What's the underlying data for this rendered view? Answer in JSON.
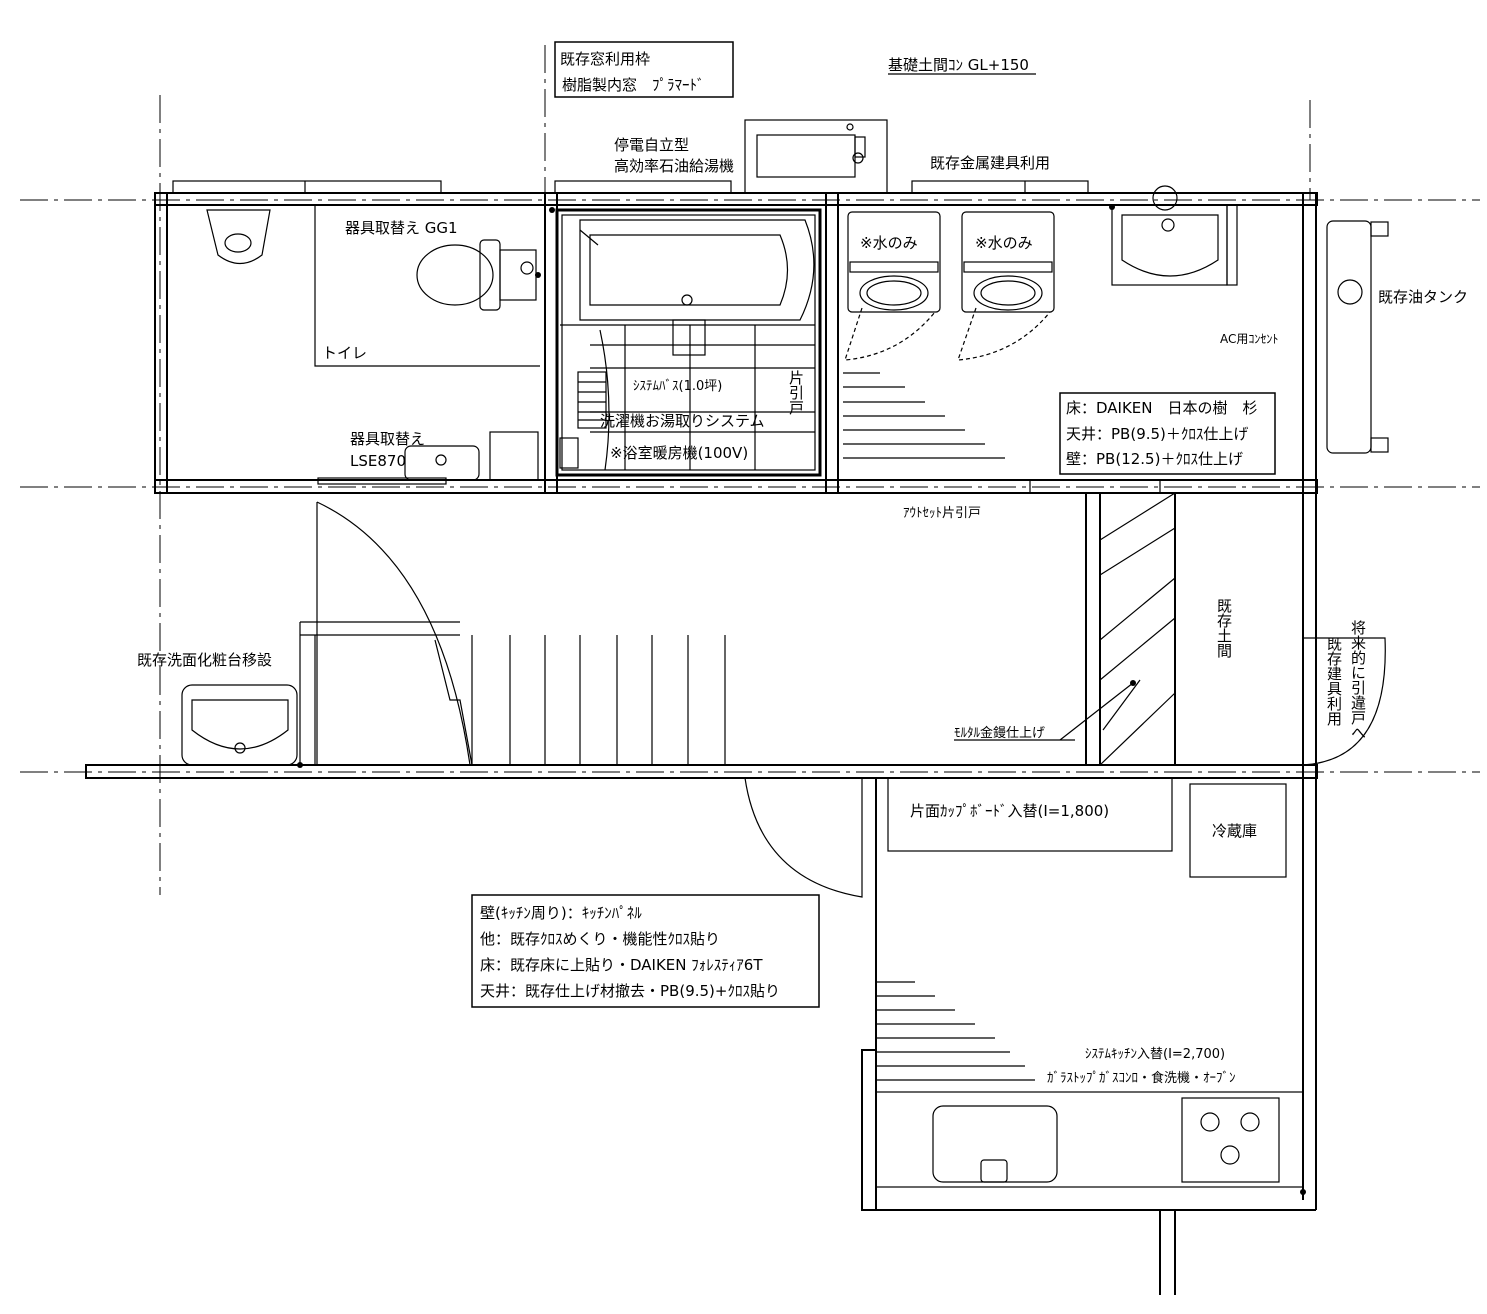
{
  "labels": {
    "existing_window": "既存窓利用枠",
    "resin_window": "樹脂製内窓　ﾌﾟﾗﾏｰﾄﾞ",
    "foundation": "基礎土間ｺﾝ GL+150",
    "boiler_1": "停電自立型",
    "boiler_2": "高効率石油給湯機",
    "existing_metal": "既存金属建具利用",
    "toilet_replace": "器具取替え GG1",
    "toilet": "トイレ",
    "water_only_1": "※水のみ",
    "water_only_2": "※水のみ",
    "ac_outlet": "AC用ｺﾝｾﾝﾄ",
    "oil_tank": "既存油タンク",
    "system_bath": "ｼｽﾃﾑﾊﾞｽ(1.0坪)",
    "washer_system": "洗濯機お湯取りシステム",
    "bath_heater": "※浴室暖房機(100V)",
    "sliding_door_v": "片引戸",
    "basin_replace_1": "器具取替え",
    "basin_replace_2": "LSE870",
    "outset_door": "ｱｳﾄｾｯﾄ片引戸",
    "existing_doma": "既存土間",
    "future_door": "将来的に引違戸へ",
    "existing_fixture": "既存建具利用",
    "mortar": "ﾓﾙﾀﾙ金鏝仕上げ",
    "vanity_move": "既存洗面化粧台移設",
    "cupboard": "片面ｶｯﾌﾟﾎﾞｰﾄﾞ入替(I=1,800)",
    "fridge": "冷蔵庫",
    "kitchen_1": "ｼｽﾃﾑｷｯﾁﾝ入替(I=2,700)",
    "kitchen_2": "ｶﾞﾗｽﾄｯﾌﾟｶﾞｽｺﾝﾛ・食洗機・ｵｰﾌﾞﾝ"
  },
  "finish_wash": [
    "床：DAIKEN　日本の樹　杉",
    "天井：PB(9.5)＋ｸﾛｽ仕上げ",
    "壁：PB(12.5)＋ｸﾛｽ仕上げ"
  ],
  "finish_kitchen": [
    "壁(ｷｯﾁﾝ周り)：ｷｯﾁﾝﾊﾟﾈﾙ",
    "他：既存ｸﾛｽめくり・機能性ｸﾛｽ貼り",
    "床：既存床に上貼り・DAIKEN ﾌｫﾚｽﾃｨｱ6T",
    "天井：既存仕上げ材撤去・PB(9.5)+ｸﾛｽ貼り"
  ]
}
